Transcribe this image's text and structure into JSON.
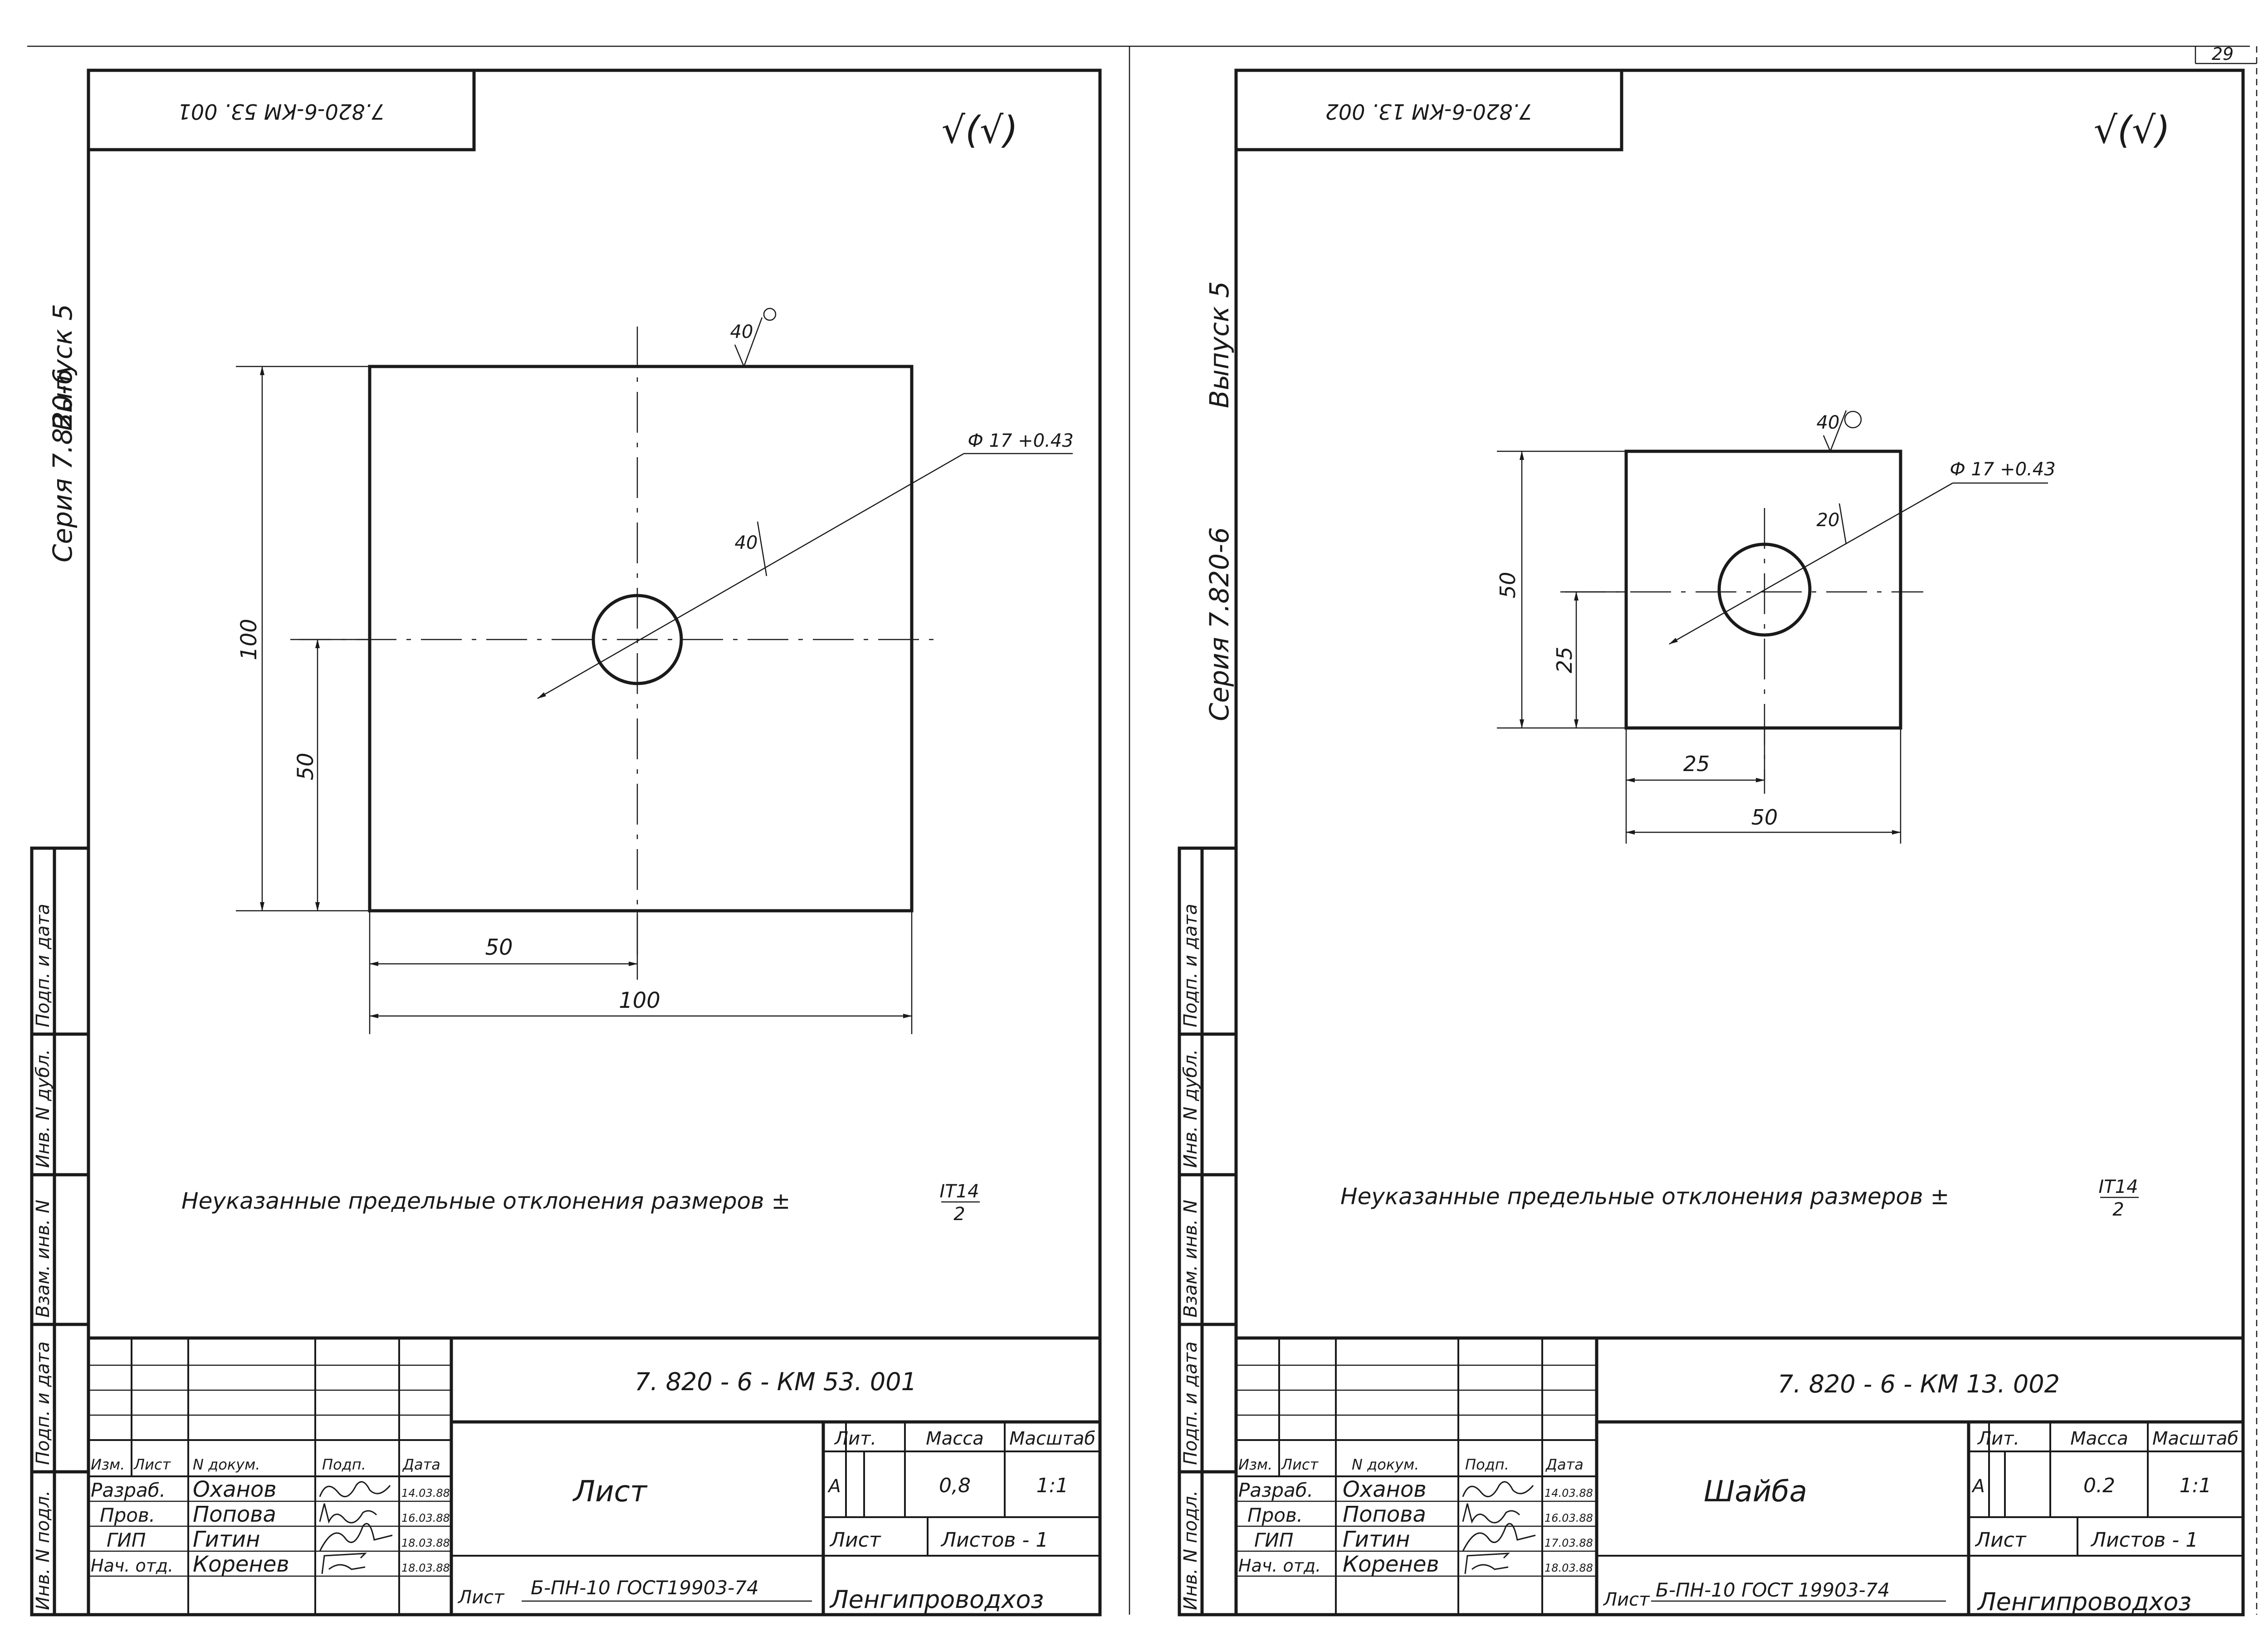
{
  "page_number": "29",
  "sheets": [
    {
      "rotated_code": "7.820-6-КМ 53. 001",
      "roughness_symbol": "√(√)",
      "side_labels": {
        "seria": "Серия 7.820-6",
        "vypusk": "Выпуск 5",
        "boxes": [
          "Инв. N подл.",
          "Подп. и дата",
          "Взам. инв. N",
          "Инв. N дубл.",
          "Подп. и дата"
        ]
      },
      "drawing": {
        "roughness": "40",
        "hole_spec": "Ф 17 +0.43",
        "radius_mark": "40",
        "dims": {
          "height": "100",
          "height_half": "50",
          "width_half": "50",
          "width": "100"
        }
      },
      "note": {
        "text": "Неуказанные предельные отклонения размеров ±",
        "num": "IT14",
        "den": "2"
      },
      "title_block": {
        "designation": "7. 820 - 6 - КМ 53. 001",
        "name": "Лист",
        "headers": {
          "izm": "Изм.",
          "list": "Лист",
          "ndoc": "N докум.",
          "podp": "Подп.",
          "data": "Дата"
        },
        "people": [
          {
            "role": "Разраб.",
            "name": "Оханов",
            "date": "14.03.88"
          },
          {
            "role": "Пров.",
            "name": "Попова",
            "date": "16.03.88"
          },
          {
            "role": "ГИП",
            "name": "Гитин",
            "date": "18.03.88"
          },
          {
            "role": "Нач. отд.",
            "name": "Коренев",
            "date": "18.03.88"
          }
        ],
        "lit_label": "Лит.",
        "lit": "А",
        "mass_label": "Масса",
        "mass": "0,8",
        "scale_label": "Масштаб",
        "scale": "1:1",
        "sheet_label": "Лист",
        "sheets_label": "Листов - 1",
        "material_label": "Лист",
        "material": "Б-ПН-10 ГОСТ19903-74",
        "org": "Ленгипроводхоз"
      }
    },
    {
      "rotated_code": "7.820-6-КМ 13. 002",
      "roughness_symbol": "√(√)",
      "side_labels": {
        "seria": "Серия 7.820-6",
        "vypusk": "Выпуск 5",
        "boxes": [
          "Инв. N подл.",
          "Подп. и дата",
          "Взам. инв. N",
          "Инв. N дубл.",
          "Подп. и дата"
        ]
      },
      "drawing": {
        "roughness": "40",
        "hole_spec": "Ф 17 +0.43",
        "radius_mark": "20",
        "dims": {
          "height": "50",
          "height_half": "25",
          "width_half": "25",
          "width": "50"
        }
      },
      "note": {
        "text": "Неуказанные предельные отклонения размеров ±",
        "num": "IT14",
        "den": "2"
      },
      "title_block": {
        "designation": "7. 820 - 6 - КМ 13. 002",
        "name": "Шайба",
        "headers": {
          "izm": "Изм.",
          "list": "Лист",
          "ndoc": "N докум.",
          "podp": "Подп.",
          "data": "Дата"
        },
        "people": [
          {
            "role": "Разраб.",
            "name": "Оханов",
            "date": "14.03.88"
          },
          {
            "role": "Пров.",
            "name": "Попова",
            "date": "16.03.88"
          },
          {
            "role": "ГИП",
            "name": "Гитин",
            "date": "17.03.88"
          },
          {
            "role": "Нач. отд.",
            "name": "Коренев",
            "date": "18.03.88"
          }
        ],
        "lit_label": "Лит.",
        "lit": "А",
        "mass_label": "Масса",
        "mass": "0.2",
        "scale_label": "Масштаб",
        "scale": "1:1",
        "sheet_label": "Лист",
        "sheets_label": "Листов - 1",
        "material_label": "Лист",
        "material": "Б-ПН-10 ГОСТ 19903-74",
        "org": "Ленгипроводхоз"
      }
    }
  ]
}
